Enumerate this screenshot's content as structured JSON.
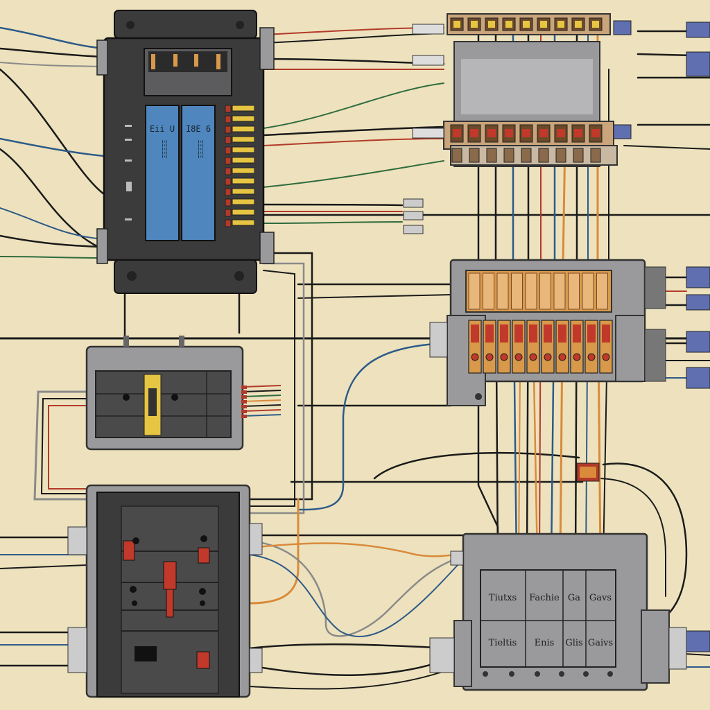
{
  "colors": {
    "background": "#ede2bd",
    "enclosure_dark": "#3b3b3c",
    "enclosure_mid": "#5c5c5e",
    "enclosure_light": "#9a9a9c",
    "panel_blue": "#4f86bd",
    "terminal_yellow": "#e6c542",
    "relay_amber": "#d89a4a",
    "relay_red": "#c0392b",
    "connector_blue": "#5f6fb0",
    "wire_black": "#1a1a1a",
    "wire_blue": "#2d5a88",
    "wire_orange": "#d98a3a",
    "wire_red": "#b23a2a",
    "wire_green": "#2f6b3e",
    "wire_grey": "#8a8a8a"
  },
  "plc_controller": {
    "display_left_text": "Eii U",
    "display_right_text": "I8E 6",
    "display_left_sub": "ΞΞΞΞΞ",
    "display_right_sub": "ΞΞΞΞΞ",
    "icon": "controller-icon"
  },
  "relay_rack_top": {
    "icon": "relay-rack-icon"
  },
  "fuse_block": {
    "icon": "fuse-block-icon"
  },
  "breaker_box": {
    "icon": "breaker-box-icon"
  },
  "terminal_junction": {
    "icon": "terminal-junction-icon"
  },
  "bottom_label_panel": {
    "icon": "label-panel-icon",
    "top_row": [
      "Tiutxs",
      "Fachie",
      "Ga",
      "Gavs"
    ],
    "bottom_row": [
      "Tieltis",
      "Enis",
      "Glis",
      "Gaivs"
    ]
  }
}
